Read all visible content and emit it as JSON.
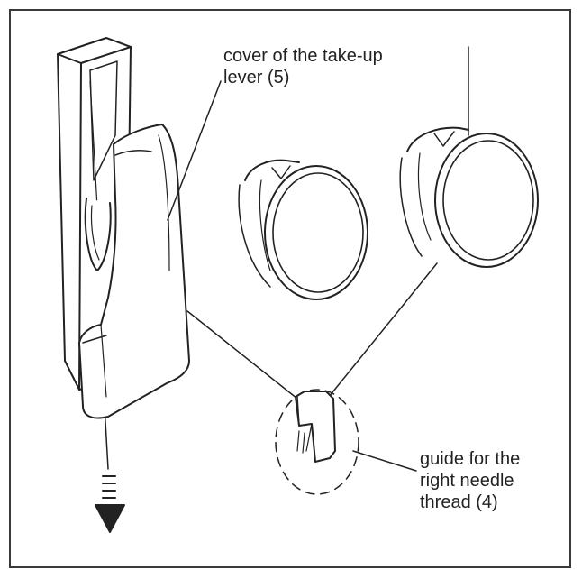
{
  "labels": {
    "cover": {
      "line1": "cover of the take-up",
      "line2": "lever (5)"
    },
    "guide": {
      "line1": "guide for the",
      "line2": "right needle",
      "line3": "thread (4)"
    }
  },
  "colors": {
    "ink": "#222222",
    "frame": "#3a3a3a",
    "fill": "#ffffff"
  }
}
